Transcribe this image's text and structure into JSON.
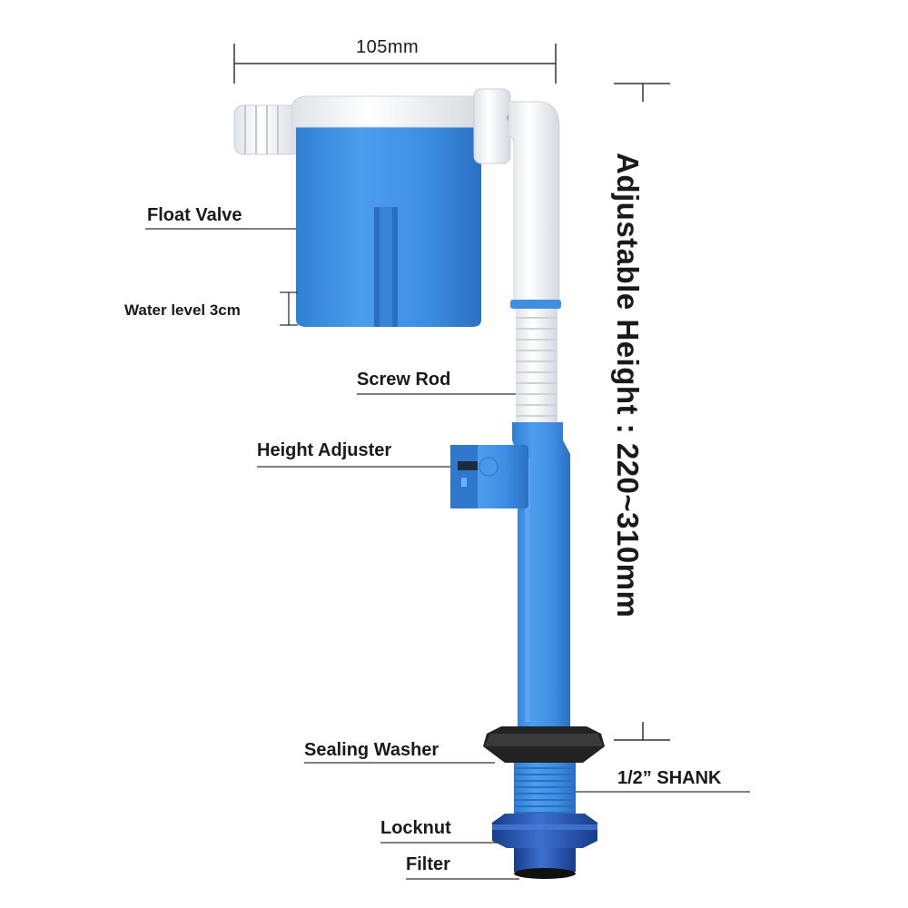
{
  "dimension_width": "105mm",
  "labels": {
    "float_valve": "Float Valve",
    "water_level": "Water level 3cm",
    "screw_rod": "Screw Rod",
    "height_adjuster": "Height Adjuster",
    "sealing_washer": "Sealing Washer",
    "shank": "1/2” SHANK",
    "locknut": "Locknut",
    "filter": "Filter"
  },
  "dimension_height": "Adjustable Height : 220~310mm",
  "colors": {
    "body_blue": "#3f8fe0",
    "white_part": "#f4f6f8",
    "washer_black": "#1c1c1c",
    "line": "#333333"
  }
}
